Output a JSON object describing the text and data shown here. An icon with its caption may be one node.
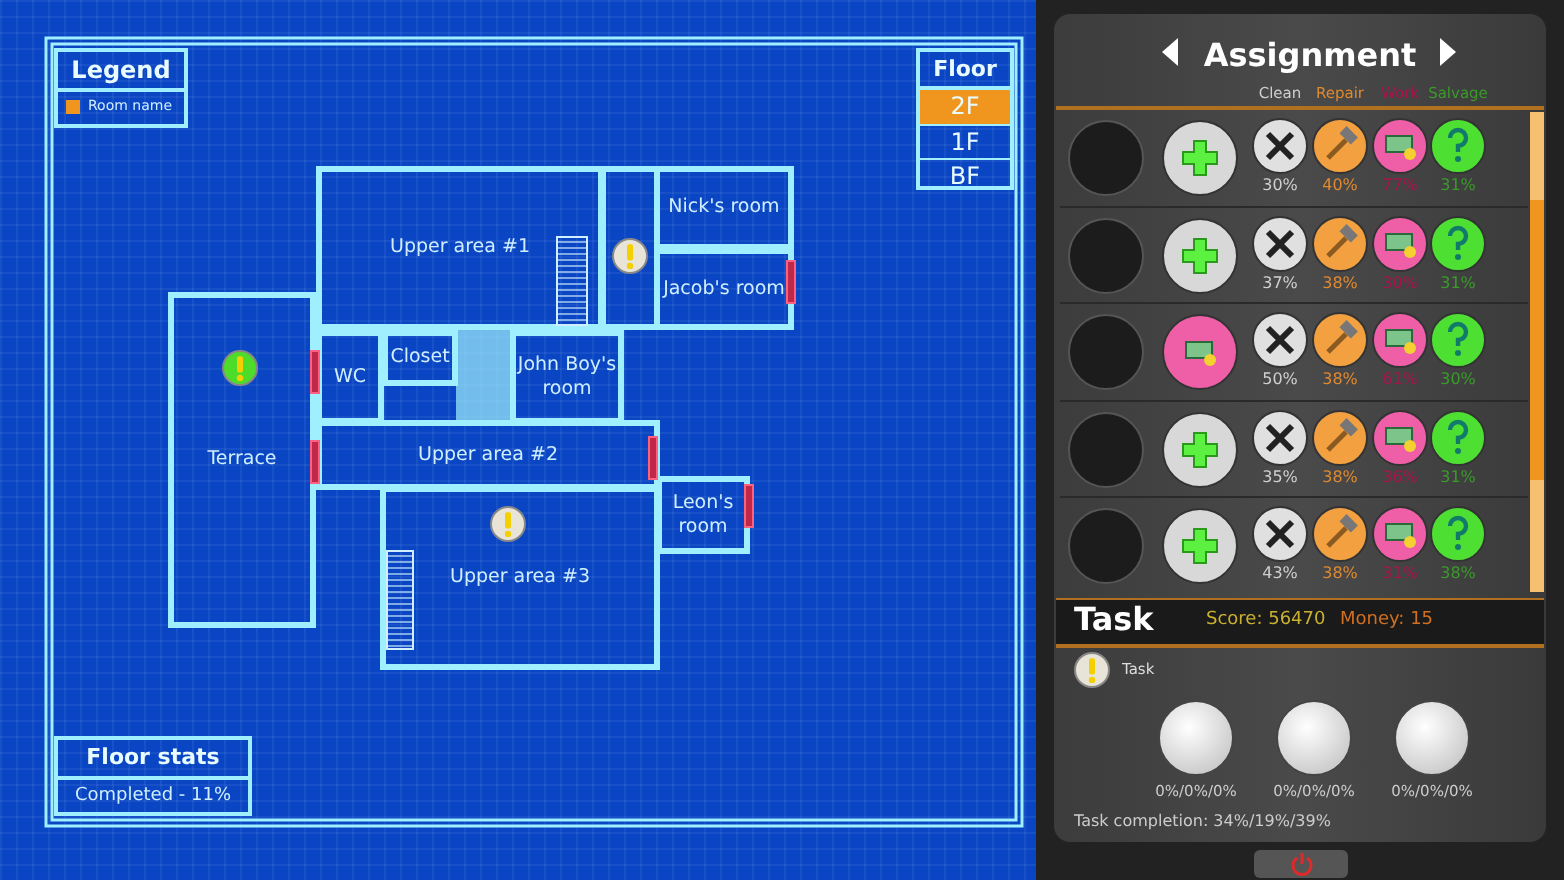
{
  "diagram": {
    "nodes": [
      {
        "text": [
          "Terrace"
        ]
      },
      {
        "text": [
          "Upper area #1"
        ]
      },
      {
        "text": [
          "Nick's room"
        ]
      },
      {
        "text": [
          "Jacob's room"
        ]
      },
      {
        "text": [
          "WC"
        ]
      },
      {
        "text": [
          "Closet"
        ]
      },
      {
        "text": [
          "John Boy's room"
        ]
      },
      {
        "text": [
          "Upper area #2"
        ]
      },
      {
        "text": [
          "Leon's room"
        ]
      },
      {
        "text": [
          "Upper area #3"
        ]
      }
    ],
    "edges": [],
    "labels": [
      "Legend",
      "Floor",
      "2F",
      "1F",
      "BF",
      "Floor stats",
      "Completed - 11%",
      "Assignment",
      "Clean",
      "Repair",
      "Work",
      "Salvage",
      "30%",
      "40%",
      "77%",
      "31%",
      "37%",
      "38%",
      "30%",
      "31%",
      "50%",
      "38%",
      "61%",
      "30%",
      "35%",
      "38%",
      "36%",
      "31%",
      "43%",
      "38%",
      "31%",
      "38%",
      "Task",
      "Score: 56470",
      "Money: 15",
      "Task",
      "0%/0%/0%",
      "0%/0%/0%",
      "0%/0%/0%",
      "Task completion: 34%/19%/39%"
    ],
    "legend": [
      {
        "text": "Room name",
        "color": "#f0961e"
      }
    ]
  }
}
